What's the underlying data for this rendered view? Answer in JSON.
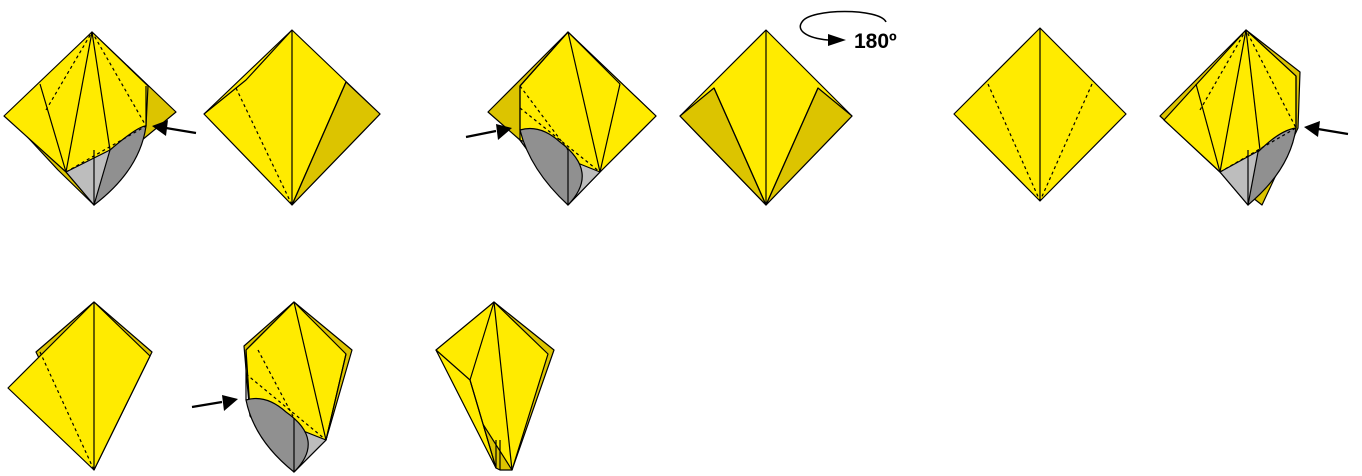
{
  "colors": {
    "paper_front": "#FFEB00",
    "paper_back": "#DCC400",
    "inner_light": "#BDBDBD",
    "inner_dark": "#909090",
    "line": "#000000"
  },
  "rotation": {
    "label": "180º",
    "icon": "rotate-arrow-icon"
  },
  "steps": [
    {
      "id": "step-1",
      "state": "inside-reverse-fold in progress",
      "arrow": "push-arrow-icon"
    },
    {
      "id": "step-2",
      "state": "fold completed on one side"
    },
    {
      "id": "step-3",
      "state": "inside-reverse-fold in progress",
      "arrow": "push-arrow-icon"
    },
    {
      "id": "step-4",
      "state": "result, then rotate 180º"
    },
    {
      "id": "step-5",
      "state": "flat diamond with fold lines"
    },
    {
      "id": "step-6",
      "state": "inside-reverse-fold in progress",
      "arrow": "push-arrow-icon"
    },
    {
      "id": "step-7",
      "state": "narrowed kite"
    },
    {
      "id": "step-8",
      "state": "inside-reverse-fold in progress",
      "arrow": "push-arrow-icon"
    },
    {
      "id": "step-9",
      "state": "final narrow petal"
    }
  ]
}
